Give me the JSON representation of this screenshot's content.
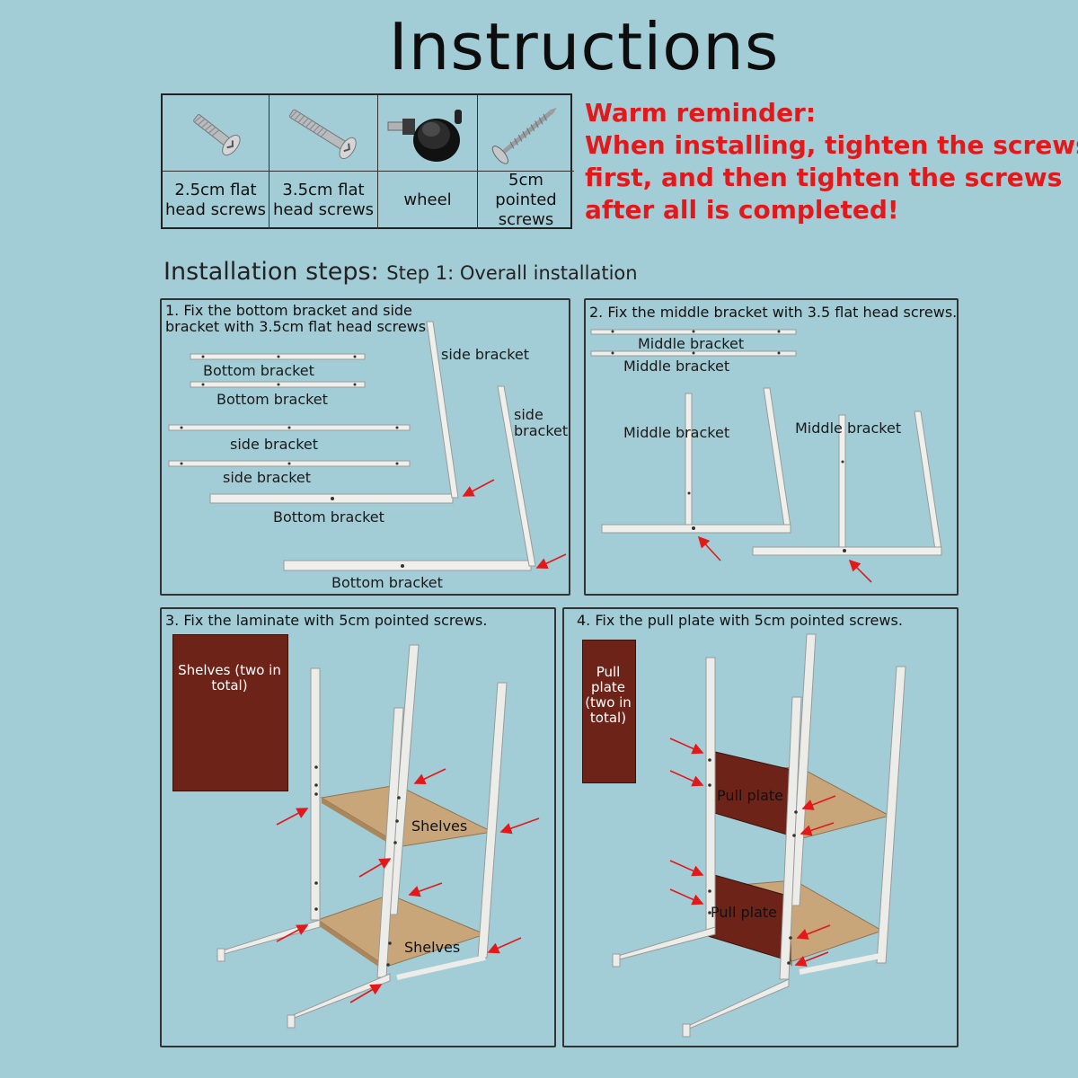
{
  "title": "Instructions",
  "parts": [
    {
      "label": "2.5cm flat head screws",
      "icon": "flat-screw-short-icon"
    },
    {
      "label": "3.5cm flat head screws",
      "icon": "flat-screw-long-icon"
    },
    {
      "label": "wheel",
      "icon": "wheel-icon"
    },
    {
      "label": "5cm pointed screws",
      "icon": "pointed-screw-icon"
    }
  ],
  "reminder": {
    "heading": "Warm reminder:",
    "lines": [
      "When installing, tighten the screws",
      "first, and then tighten the screws",
      "after all is completed!"
    ],
    "color": "#e3181a"
  },
  "installation": {
    "heading": "Installation steps:",
    "step": "Step 1: Overall installation"
  },
  "panels": {
    "p1": {
      "title": "1. Fix the bottom bracket and side bracket with 3.5cm flat head screws.",
      "labels": {
        "side_bracket_a": "side bracket",
        "side_bracket_b": "side bracket",
        "bottom_bracket_1": "Bottom bracket",
        "bottom_bracket_2": "Bottom bracket",
        "side_bracket_1": "side bracket",
        "side_bracket_2": "side bracket",
        "bottom_bracket_3": "Bottom bracket",
        "bottom_bracket_4": "Bottom bracket"
      }
    },
    "p2": {
      "title": "2. Fix the middle bracket with 3.5 flat head screws.",
      "labels": {
        "middle_1": "Middle bracket",
        "middle_2": "Middle bracket",
        "middle_3": "Middle bracket",
        "middle_4": "Middle bracket"
      }
    },
    "p3": {
      "title": "3. Fix the laminate with 5cm pointed screws.",
      "swatch_label": "Shelves (two in total)",
      "shelf_upper": "Shelves",
      "shelf_lower": "Shelves"
    },
    "p4": {
      "title": "4. Fix the pull plate with 5cm pointed screws.",
      "swatch_label": "Pull plate (two in total)",
      "plate_upper": "Pull plate",
      "plate_lower": "Pull plate"
    }
  },
  "colors": {
    "background": "#a3cdd6",
    "arrow": "#e3181a",
    "panel_wood": "#6e2318",
    "shelf_wood": "#c9a57a",
    "metal": "#ecece8"
  }
}
